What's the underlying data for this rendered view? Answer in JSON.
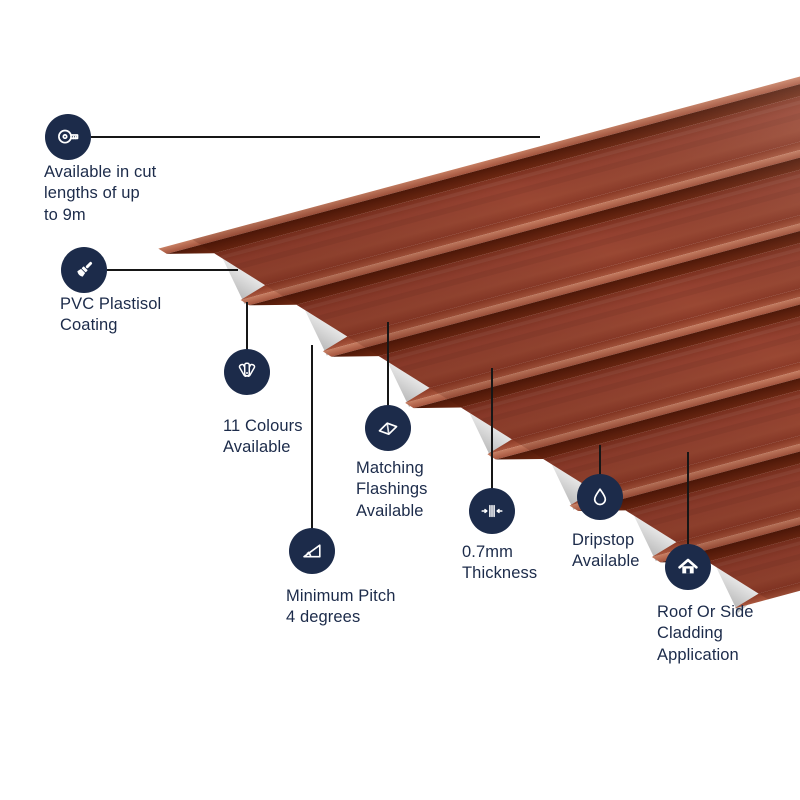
{
  "colors": {
    "navy": "#1c2b4a",
    "line": "#161616",
    "sheet-highlight": "#c27a5e",
    "sheet-shadow": "#571c0d",
    "sheet-valley": "#96402c",
    "sheet-web": "#7c2f1c",
    "sheet-cut-edge": "#cfcfcf",
    "background": "#ffffff"
  },
  "callouts": [
    {
      "id": "cut-lengths",
      "icon": "tape-measure-icon",
      "label": "Available in cut\nlengths of up\nto 9m"
    },
    {
      "id": "coating",
      "icon": "paint-brush-icon",
      "label": "PVC Plastisol\nCoating"
    },
    {
      "id": "colours",
      "icon": "colour-fan-icon",
      "label": "11 Colours\nAvailable"
    },
    {
      "id": "flashings",
      "icon": "flashing-sheet-icon",
      "label": "Matching\nFlashings\nAvailable"
    },
    {
      "id": "pitch",
      "icon": "pitch-angle-icon",
      "label": "Minimum Pitch\n4 degrees"
    },
    {
      "id": "thickness",
      "icon": "thickness-gauge-icon",
      "label": "0.7mm\nThickness"
    },
    {
      "id": "dripstop",
      "icon": "water-droplet-icon",
      "label": "Dripstop\nAvailable"
    },
    {
      "id": "cladding",
      "icon": "house-icon",
      "label": "Roof Or Side\nCladding\nApplication"
    }
  ]
}
